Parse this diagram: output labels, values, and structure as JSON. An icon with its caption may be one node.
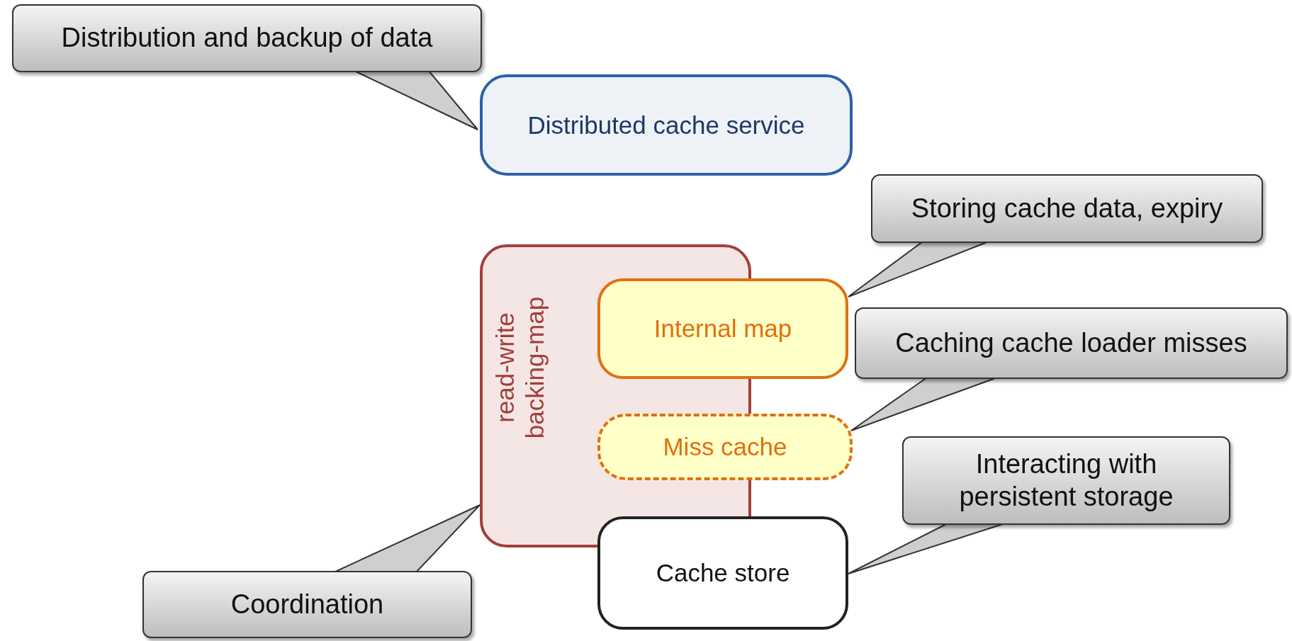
{
  "diagram": {
    "nodes": [
      {
        "text": [
          "Distribution and backup of data"
        ]
      },
      {
        "text": [
          "Distributed cache service"
        ]
      },
      {
        "text": [
          "Storing cache data, expiry"
        ]
      },
      {
        "text": [
          "read-write backing-map"
        ]
      },
      {
        "text": [
          "Internal map"
        ]
      },
      {
        "text": [
          "Caching cache loader misses"
        ]
      },
      {
        "text": [
          "Miss cache"
        ]
      },
      {
        "text": [
          "Interacting with persistent storage"
        ]
      },
      {
        "text": [
          "Cache store"
        ]
      },
      {
        "text": [
          "Coordination"
        ]
      }
    ],
    "edges": [
      {
        "from": 0,
        "to": 1,
        "arrow": "none"
      },
      {
        "from": 2,
        "to": 4,
        "arrow": "none"
      },
      {
        "from": 5,
        "to": 6,
        "arrow": "none"
      },
      {
        "from": 7,
        "to": 8,
        "arrow": "none"
      },
      {
        "from": 9,
        "to": 3,
        "arrow": "none"
      }
    ]
  }
}
